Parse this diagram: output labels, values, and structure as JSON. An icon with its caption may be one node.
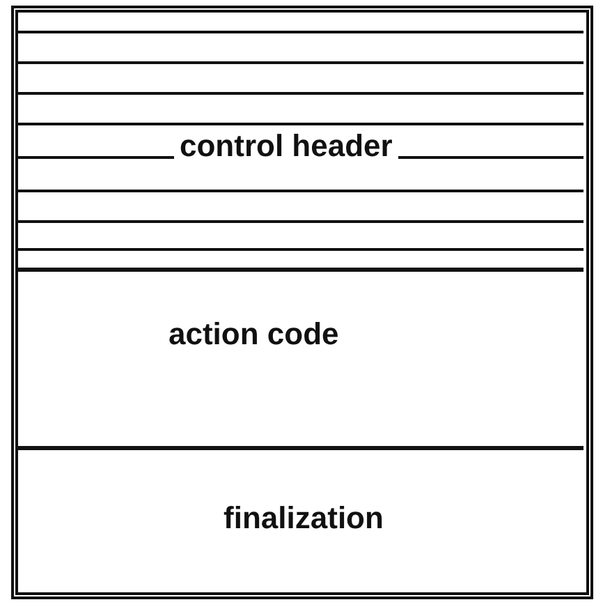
{
  "diagram": {
    "nodes": [
      {
        "text": [],
        "shape": "box"
      },
      {
        "text": [
          "control header"
        ],
        "in": 0
      },
      {
        "text": [
          "action code"
        ],
        "in": 0
      },
      {
        "text": [
          "finalization"
        ],
        "in": 0
      }
    ],
    "edges": []
  }
}
